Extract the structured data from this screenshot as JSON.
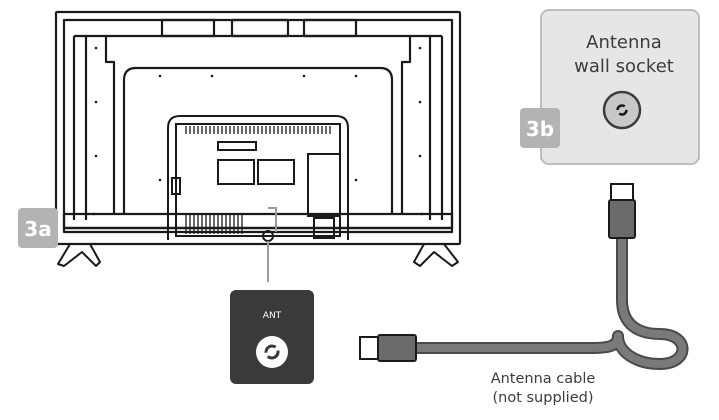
{
  "steps": {
    "tv_step": "3a",
    "socket_step": "3b"
  },
  "wall_socket": {
    "line1": "Antenna",
    "line2": "wall socket"
  },
  "tv_port": {
    "label": "ANT"
  },
  "cable": {
    "line1": "Antenna cable",
    "line2": "(not supplied)"
  },
  "colors": {
    "outline": "#1a1a1a",
    "socket_panel_fill": "#e6e6e6",
    "socket_panel_stroke": "#bdbdbd",
    "step_badge": "#b3b3b3",
    "port_panel": "#3a3a3a",
    "cable_gray": "#6b6b6b",
    "label_text": "#3c3c3c"
  }
}
